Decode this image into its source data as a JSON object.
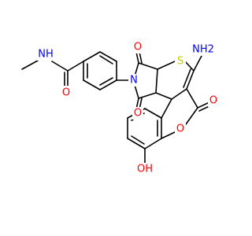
{
  "molecule": {
    "atom_colors": {
      "O": "#ff0000",
      "N": "#0000ff",
      "S": "#cccc00",
      "C": "#000000"
    },
    "labels": {
      "nh_amide": "NH",
      "o_amide": "O",
      "n_imide": "N",
      "o_imide_top": "O",
      "o_imide_bottom": "O",
      "s_thio": "S",
      "nh2_amino": "NH2",
      "o_lactone_carbonyl": "O",
      "o_ring": "O",
      "oh_hydroxyl": "OH"
    }
  }
}
